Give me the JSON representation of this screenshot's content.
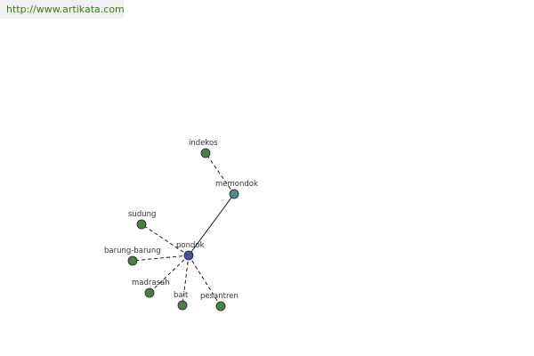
{
  "source_url": "http://www.artikata.com",
  "colors": {
    "center_node": "#4a4f9e",
    "synonym_node": "#4a8f87",
    "related_node": "#4b7f45",
    "node_stroke": "#222222",
    "edge": "#000000",
    "url_text": "#3b7a1e"
  },
  "graph": {
    "nodes": [
      {
        "id": "pondok",
        "label": "pondok",
        "kind": "center"
      },
      {
        "id": "memondok",
        "label": "memondok",
        "kind": "synonym"
      },
      {
        "id": "indekos",
        "label": "indekos",
        "kind": "related"
      },
      {
        "id": "sudung",
        "label": "sudung",
        "kind": "related"
      },
      {
        "id": "barung-barung",
        "label": "barung-barung",
        "kind": "related"
      },
      {
        "id": "madrasah",
        "label": "madrasah",
        "kind": "related"
      },
      {
        "id": "bait",
        "label": "bait",
        "kind": "related"
      },
      {
        "id": "pesantren",
        "label": "pesantren",
        "kind": "related"
      }
    ],
    "edges": [
      {
        "from": "pondok",
        "to": "memondok",
        "style": "solid"
      },
      {
        "from": "memondok",
        "to": "indekos",
        "style": "dashed"
      },
      {
        "from": "pondok",
        "to": "sudung",
        "style": "dashed"
      },
      {
        "from": "pondok",
        "to": "barung-barung",
        "style": "dashed"
      },
      {
        "from": "pondok",
        "to": "madrasah",
        "style": "dashed"
      },
      {
        "from": "pondok",
        "to": "bait",
        "style": "dashed"
      },
      {
        "from": "pondok",
        "to": "pesantren",
        "style": "dashed"
      }
    ]
  }
}
